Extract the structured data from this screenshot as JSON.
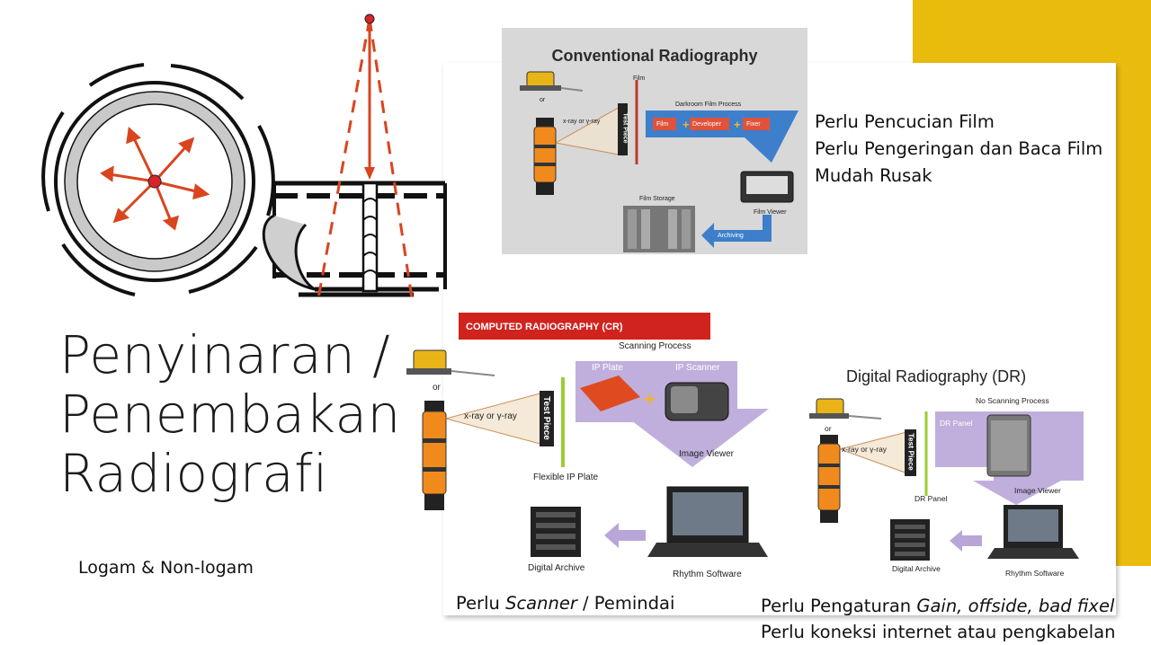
{
  "slide": {
    "title_lines": [
      "Penyinaran /",
      "Penembakan",
      "Radiografi"
    ],
    "subtitle": "Logam & Non-logam"
  },
  "colors": {
    "accent": "#E9BB0D",
    "beam": "#D8451F",
    "cr_header": "#D0231E",
    "process_blue": "#3D7FCB",
    "process_purple": "#B9A6D8"
  },
  "conventional": {
    "title": "Conventional Radiography",
    "labels": {
      "film": "Film",
      "or": "or",
      "ray": "x-ray or γ-ray",
      "test_piece": "Test Piece",
      "darkroom": "Darkroom Film Process",
      "step_film": "Film",
      "step_developer": "Developer",
      "step_fixer": "Fixer",
      "film_storage": "Film Storage",
      "film_viewer": "Film Viewer",
      "archiving": "Archiving"
    },
    "notes": [
      "Perlu Pencucian Film",
      "Perlu Pengeringan dan Baca Film",
      "Mudah Rusak"
    ]
  },
  "computed": {
    "header": "COMPUTED RADIOGRAPHY (CR)",
    "labels": {
      "scanning": "Scanning Process",
      "or": "or",
      "ray": "x-ray or γ-ray",
      "test_piece": "Test Piece",
      "ip_plate": "IP Plate",
      "ip_scanner": "IP Scanner",
      "image_viewer": "Image Viewer",
      "flexible": "Flexible IP Plate",
      "archive": "Digital Archive",
      "software": "Rhythm Software"
    },
    "note_parts": [
      "Perlu ",
      "Scanner",
      " / Pemindai"
    ]
  },
  "digital": {
    "title": "Digital Radiography (DR)",
    "labels": {
      "no_scanning": "No Scanning Process",
      "or": "or",
      "ray": "x-ray or γ-ray",
      "test_piece": "Test Piece",
      "dr_panel_box": "DR Panel",
      "dr_panel": "DR Panel",
      "image_viewer": "Image Viewer",
      "archive": "Digital Archive",
      "software": "Rhythm Software"
    },
    "note1_parts": [
      "Perlu Pengaturan ",
      "Gain, offside, bad fixel"
    ],
    "note2": "Perlu koneksi internet atau pengkabelan"
  }
}
